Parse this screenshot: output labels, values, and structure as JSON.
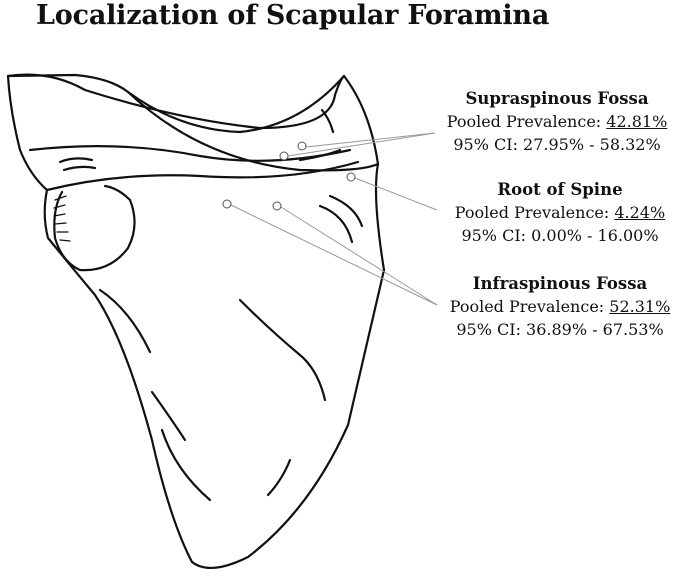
{
  "title": "Localization of Scapular Foramina",
  "regions": [
    {
      "name": "Supraspinous Fossa",
      "prevalence_label": "Pooled Prevalence:",
      "prevalence_value": "42.81%",
      "ci": "95% CI: 27.95% - 58.32%"
    },
    {
      "name": "Root of Spine",
      "prevalence_label": "Pooled Prevalence:",
      "prevalence_value": "4.24%",
      "ci": "95% CI: 0.00% - 16.00%"
    },
    {
      "name": "Infraspinous Fossa",
      "prevalence_label": "Pooled Prevalence:",
      "prevalence_value": "52.31%",
      "ci": "95% CI: 36.89% - 67.53%"
    }
  ],
  "colors": {
    "ink": "#111111",
    "leader": "#999999",
    "background": "#ffffff"
  }
}
